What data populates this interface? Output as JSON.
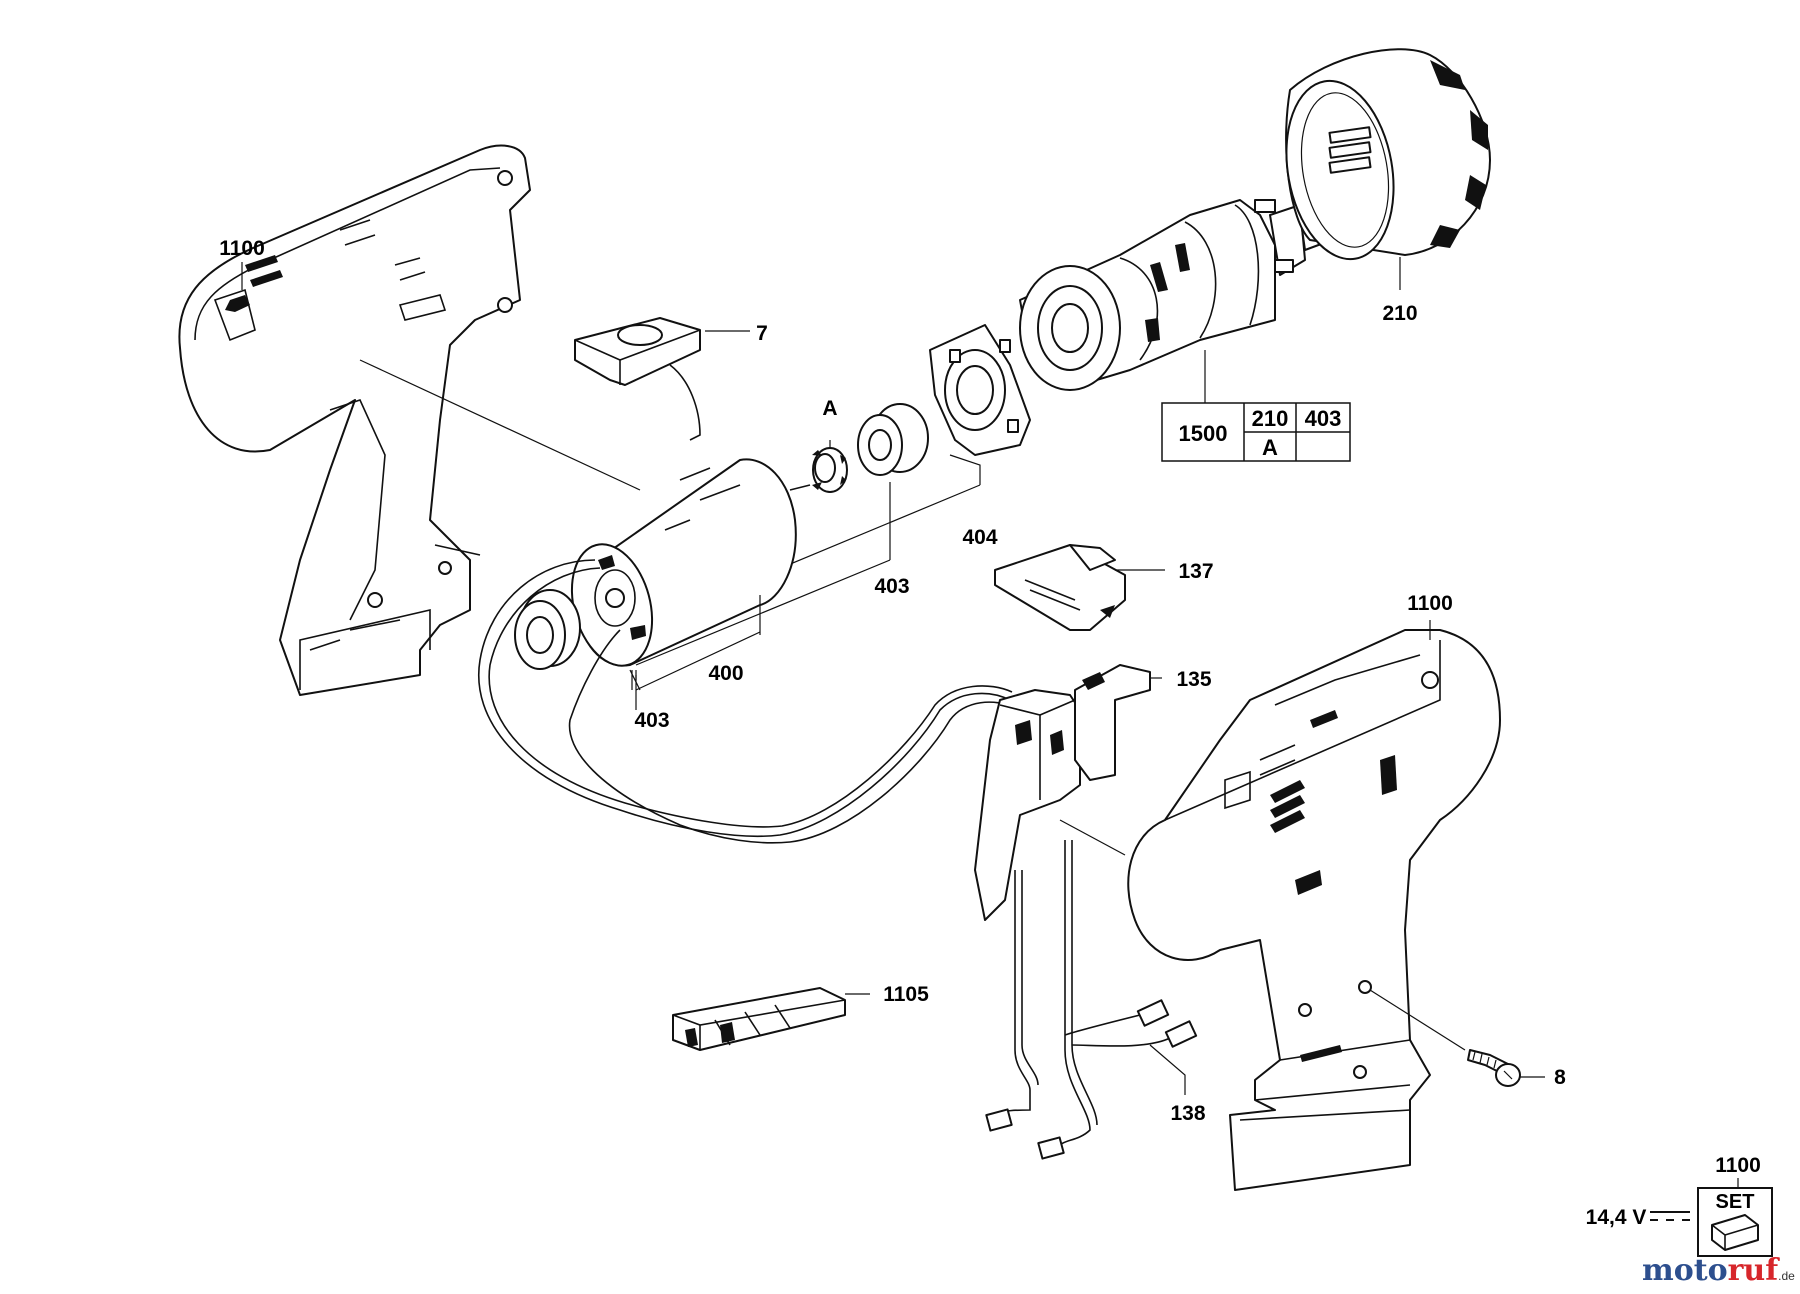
{
  "parts": [
    {
      "id": "housing-left",
      "label": "1100"
    },
    {
      "id": "selector",
      "label": "7"
    },
    {
      "id": "pinion",
      "label": "A"
    },
    {
      "id": "ring-403-top",
      "label": "403"
    },
    {
      "id": "plate-404",
      "label": "404"
    },
    {
      "id": "gearbox",
      "label": "1500"
    },
    {
      "id": "chuck-cap",
      "label": "210"
    },
    {
      "id": "reverse-slide",
      "label": "137"
    },
    {
      "id": "housing-right",
      "label": "1100"
    },
    {
      "id": "switch",
      "label": "135"
    },
    {
      "id": "motor",
      "label": "400"
    },
    {
      "id": "ring-403-bottom",
      "label": "403"
    },
    {
      "id": "clip-1105",
      "label": "1105"
    },
    {
      "id": "wires",
      "label": "138"
    },
    {
      "id": "screw",
      "label": "8"
    }
  ],
  "gearbox_table": {
    "main": "1500",
    "row1": [
      "210",
      "403"
    ],
    "row2": [
      "A",
      ""
    ]
  },
  "set_box": {
    "number": "1100",
    "voltage": "14,4 V",
    "text": "SET"
  },
  "brand": {
    "part1": "moto",
    "part2": "ruf",
    "suffix": ".de"
  }
}
